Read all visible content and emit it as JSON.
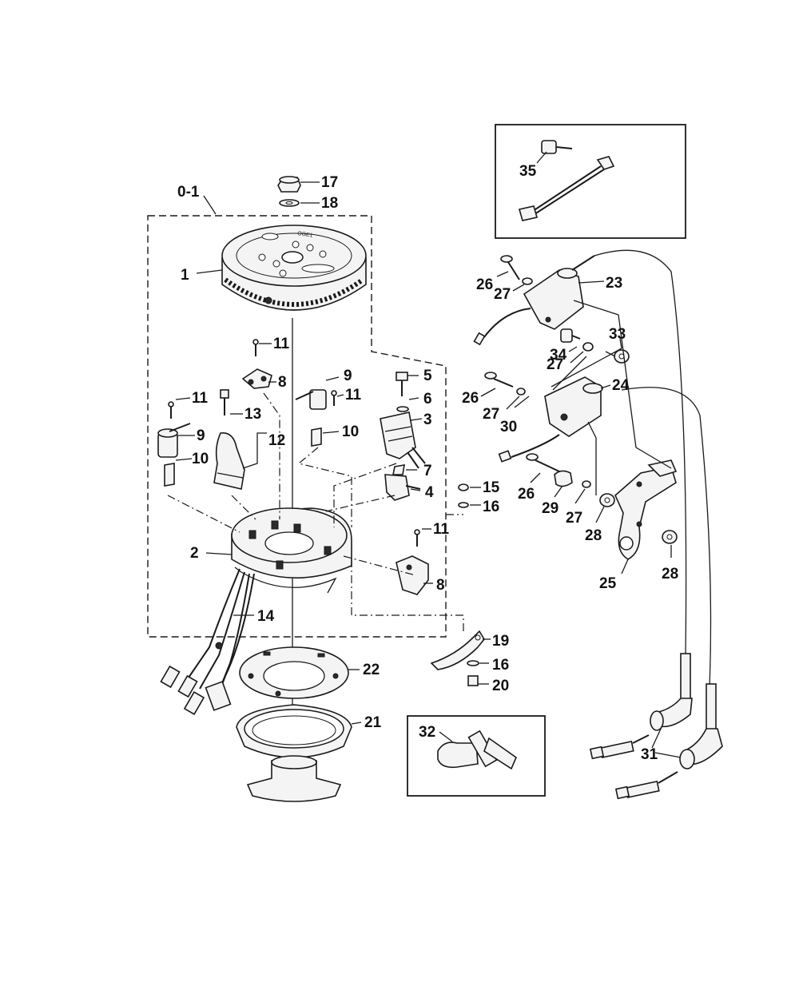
{
  "labels": {
    "assembly": "0-1",
    "p1": "1",
    "p2": "2",
    "p3": "3",
    "p4": "4",
    "p5": "5",
    "p6": "6",
    "p7": "7",
    "p8a": "8",
    "p8b": "8",
    "p9a": "9",
    "p9b": "9",
    "p10a": "10",
    "p10b": "10",
    "p11a": "11",
    "p11b": "11",
    "p11c": "11",
    "p11d": "11",
    "p12": "12",
    "p13": "13",
    "p14": "14",
    "p15": "15",
    "p16a": "16",
    "p16b": "16",
    "p17": "17",
    "p18": "18",
    "p19": "19",
    "p20": "20",
    "p21": "21",
    "p22": "22",
    "p23": "23",
    "p24": "24",
    "p25": "25",
    "p26a": "26",
    "p26b": "26",
    "p26c": "26",
    "p27a": "27",
    "p27b": "27",
    "p27c": "27",
    "p27d": "27",
    "p28a": "28",
    "p28b": "28",
    "p29": "29",
    "p30": "30",
    "p31": "31",
    "p32": "32",
    "p33": "33",
    "p34": "34",
    "p35": "35"
  },
  "flywheel_marking": "OGE1"
}
